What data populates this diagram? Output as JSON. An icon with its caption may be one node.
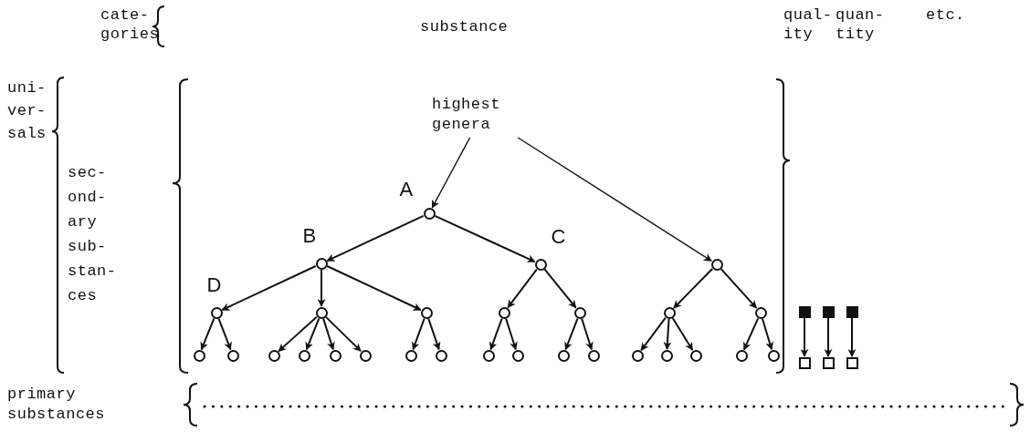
{
  "diagram": {
    "nodes": [
      {
        "text": [
          "highest genera"
        ]
      },
      {
        "text": [],
        "shape": "circle",
        "beside": [
          "A"
        ]
      },
      {
        "text": [],
        "shape": "circle",
        "beside": [
          "B"
        ]
      },
      {
        "text": [],
        "shape": "circle",
        "beside": [
          "C"
        ]
      },
      {
        "text": [],
        "shape": "circle"
      },
      {
        "text": [],
        "shape": "circle",
        "beside": [
          "D"
        ]
      },
      {
        "text": [],
        "shape": "circle"
      },
      {
        "text": [],
        "shape": "circle"
      },
      {
        "text": [],
        "shape": "circle"
      },
      {
        "text": [],
        "shape": "circle"
      },
      {
        "text": [],
        "shape": "circle"
      },
      {
        "text": [],
        "shape": "circle"
      },
      {
        "text": [],
        "shape": "circle"
      },
      {
        "text": [],
        "shape": "circle"
      },
      {
        "text": [],
        "shape": "circle"
      },
      {
        "text": [],
        "shape": "circle"
      },
      {
        "text": [],
        "shape": "circle"
      },
      {
        "text": [],
        "shape": "circle"
      },
      {
        "text": [],
        "shape": "circle"
      },
      {
        "text": [],
        "shape": "circle"
      },
      {
        "text": [],
        "shape": "circle"
      },
      {
        "text": [],
        "shape": "circle"
      },
      {
        "text": [],
        "shape": "circle"
      },
      {
        "text": [],
        "shape": "circle"
      },
      {
        "text": [],
        "shape": "circle"
      },
      {
        "text": [],
        "shape": "circle"
      },
      {
        "text": [],
        "shape": "circle"
      },
      {
        "text": [],
        "shape": "circle"
      },
      {
        "text": [],
        "shape": "circle"
      },
      {
        "text": [],
        "shape": "box"
      },
      {
        "text": [],
        "shape": "box"
      },
      {
        "text": [],
        "shape": "box"
      },
      {
        "text": [],
        "shape": "box"
      },
      {
        "text": [],
        "shape": "box"
      },
      {
        "text": [],
        "shape": "box"
      }
    ],
    "edges": [
      {
        "from": 0,
        "to": 1,
        "arrow": "to"
      },
      {
        "from": 0,
        "to": 4,
        "arrow": "to"
      },
      {
        "from": 1,
        "to": 2,
        "arrow": "to"
      },
      {
        "from": 1,
        "to": 3,
        "arrow": "to"
      },
      {
        "from": 2,
        "to": 5,
        "arrow": "to"
      },
      {
        "from": 2,
        "to": 6,
        "arrow": "to"
      },
      {
        "from": 2,
        "to": 7,
        "arrow": "to"
      },
      {
        "from": 3,
        "to": 8,
        "arrow": "to"
      },
      {
        "from": 3,
        "to": 9,
        "arrow": "to"
      },
      {
        "from": 4,
        "to": 10,
        "arrow": "to"
      },
      {
        "from": 4,
        "to": 11,
        "arrow": "to"
      },
      {
        "from": 5,
        "to": 12,
        "arrow": "to"
      },
      {
        "from": 5,
        "to": 13,
        "arrow": "to"
      },
      {
        "from": 6,
        "to": 14,
        "arrow": "to"
      },
      {
        "from": 6,
        "to": 15,
        "arrow": "to"
      },
      {
        "from": 6,
        "to": 16,
        "arrow": "to"
      },
      {
        "from": 6,
        "to": 17,
        "arrow": "to"
      },
      {
        "from": 7,
        "to": 18,
        "arrow": "to"
      },
      {
        "from": 7,
        "to": 19,
        "arrow": "to"
      },
      {
        "from": 8,
        "to": 20,
        "arrow": "to"
      },
      {
        "from": 8,
        "to": 21,
        "arrow": "to"
      },
      {
        "from": 9,
        "to": 22,
        "arrow": "to"
      },
      {
        "from": 9,
        "to": 23,
        "arrow": "to"
      },
      {
        "from": 10,
        "to": 24,
        "arrow": "to"
      },
      {
        "from": 10,
        "to": 25,
        "arrow": "to"
      },
      {
        "from": 10,
        "to": 26,
        "arrow": "to"
      },
      {
        "from": 11,
        "to": 27,
        "arrow": "to"
      },
      {
        "from": 11,
        "to": 28,
        "arrow": "to"
      },
      {
        "from": 29,
        "to": 32,
        "arrow": "to"
      },
      {
        "from": 30,
        "to": 33,
        "arrow": "to"
      },
      {
        "from": 31,
        "to": 34,
        "arrow": "to"
      }
    ],
    "labels": [
      "cate- gories",
      "substance",
      "qual- ity",
      "quan- tity",
      "etc.",
      "uni- ver- sals",
      "sec- ond- ary sub- stan- ces",
      "primary substances"
    ]
  }
}
